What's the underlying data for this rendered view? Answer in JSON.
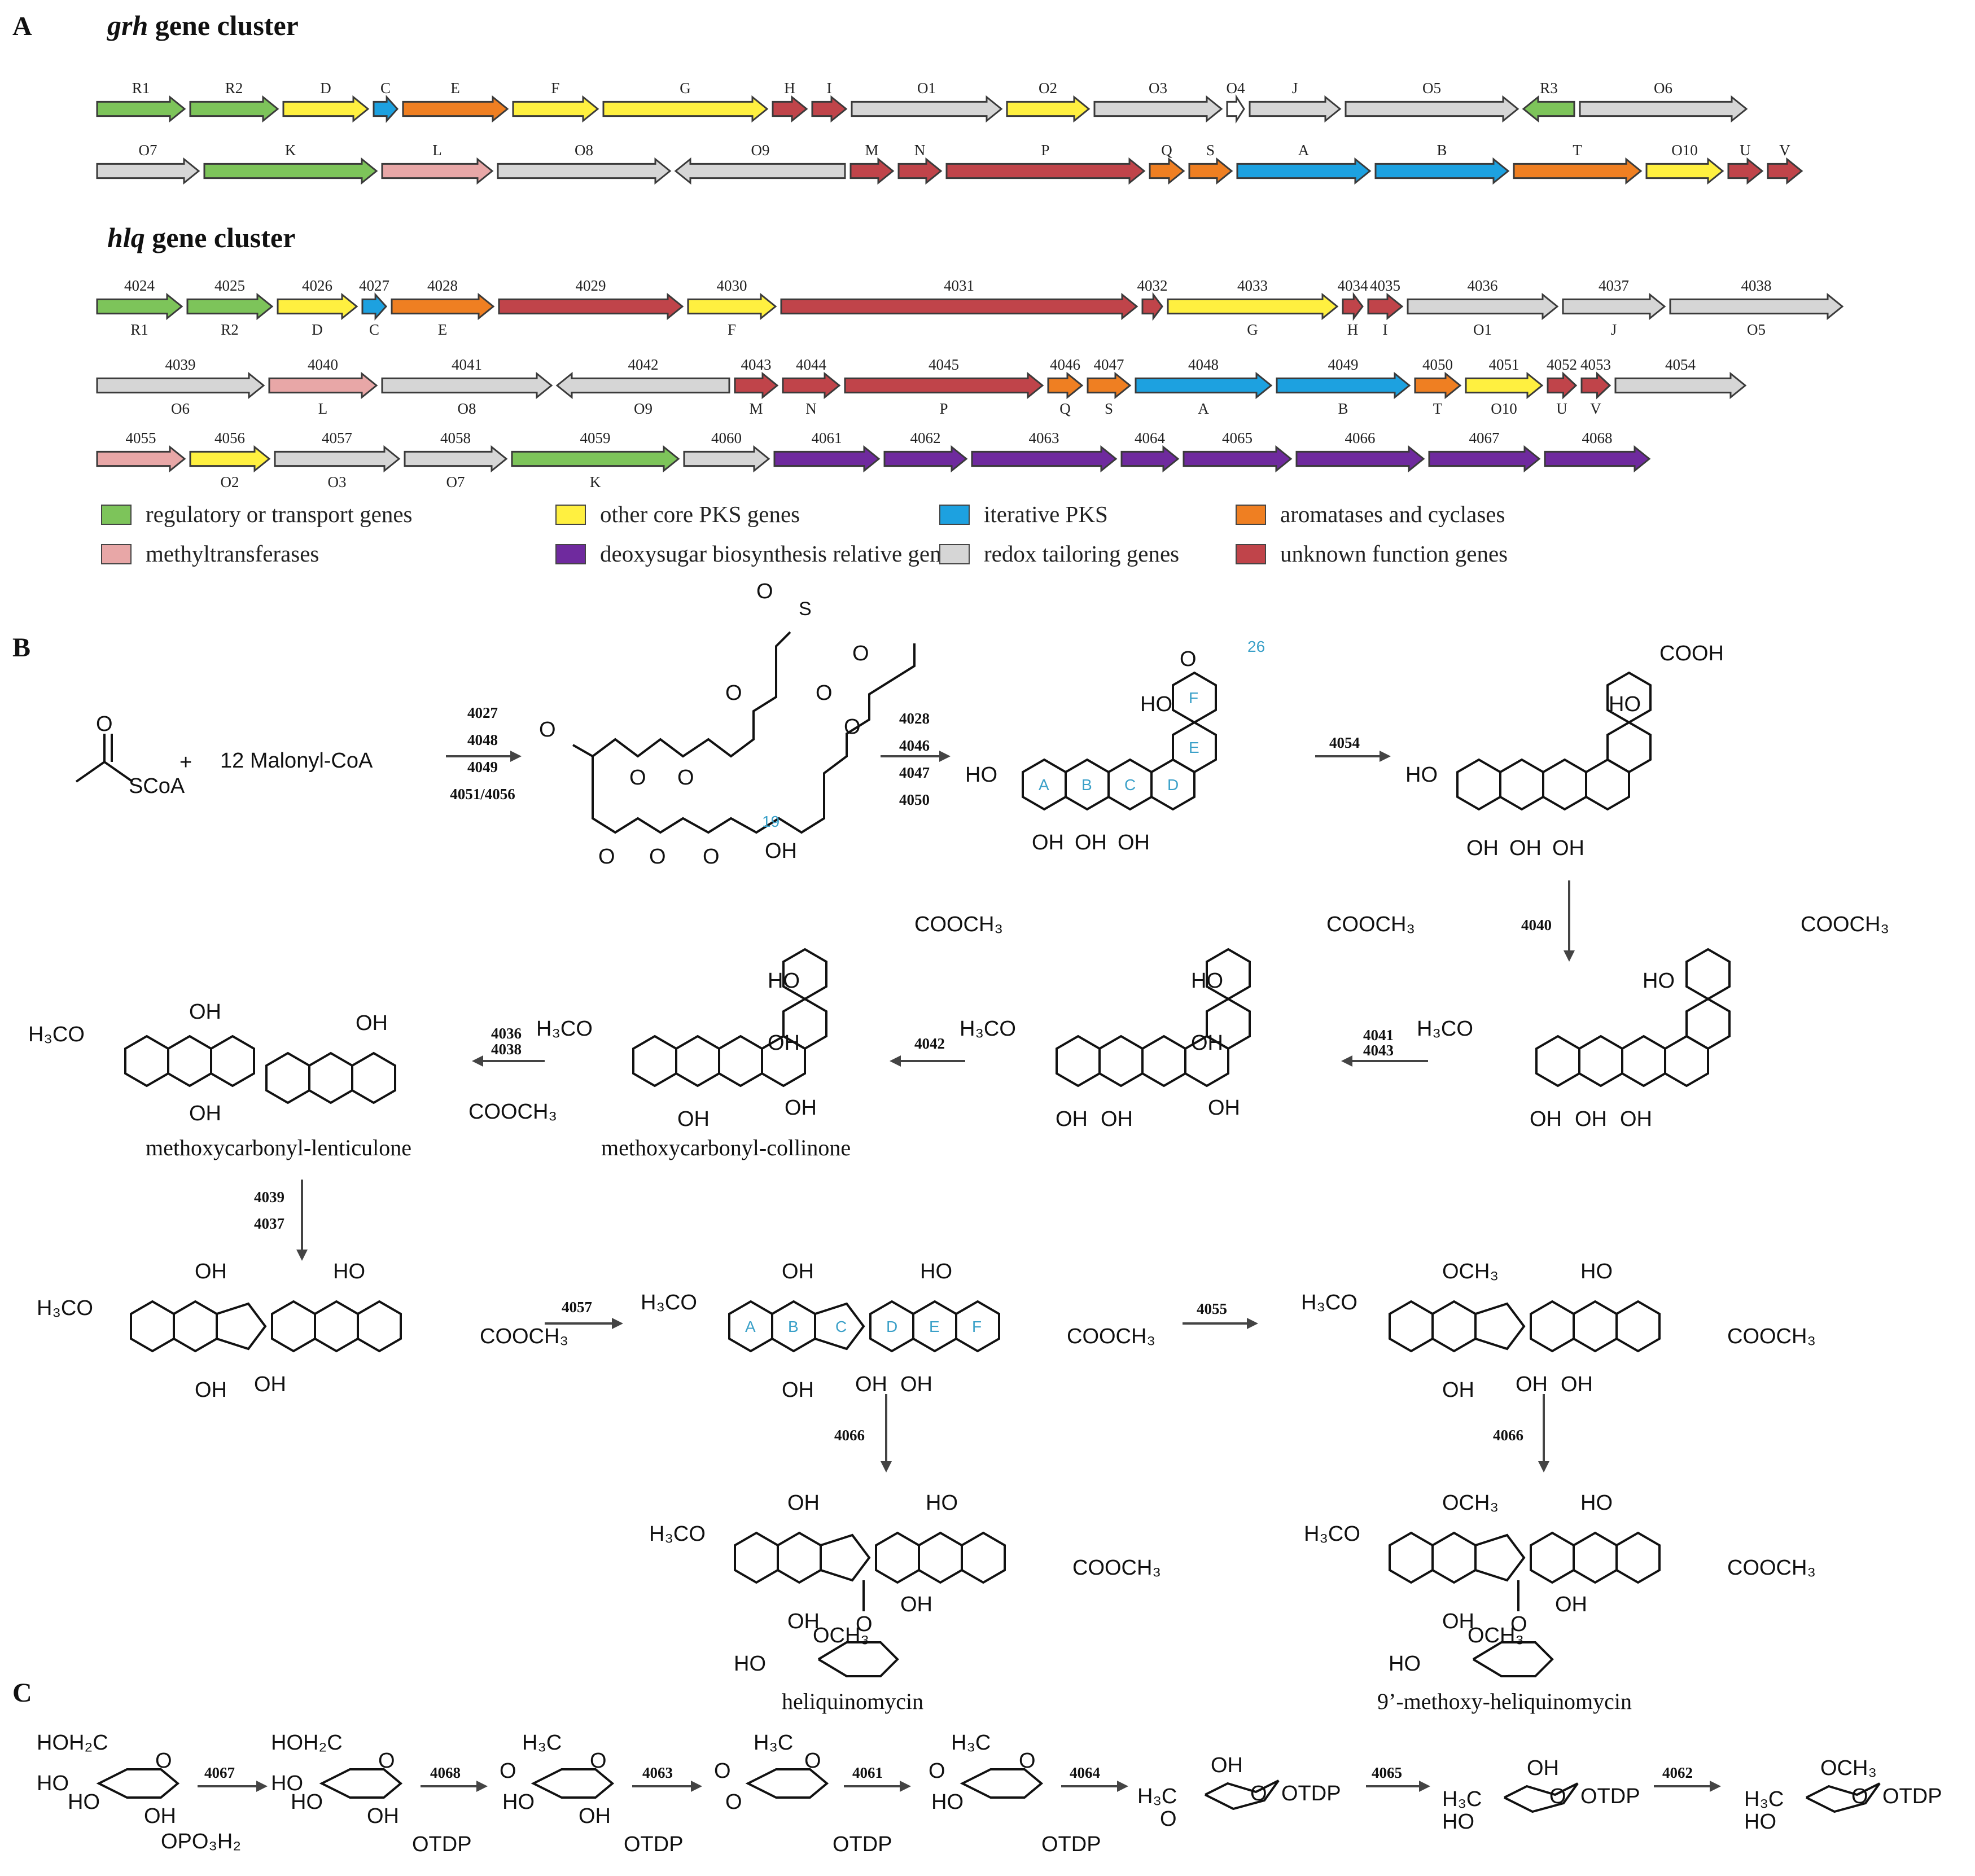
{
  "colors": {
    "regulatory": "#7dc45a",
    "core_pks": "#fff040",
    "iterative_pks": "#1da1e0",
    "cyclase": "#ef7f22",
    "methyltransferase": "#e8a7a7",
    "deoxysugar": "#6f2a9e",
    "redox": "#d6d6d6",
    "unknown": "#c0444a",
    "ring_label": "#3aa0c8"
  },
  "panels": {
    "a": "A",
    "b": "B",
    "c": "C"
  },
  "grh_title": {
    "italic": "grh",
    "rest": " gene cluster"
  },
  "hlq_title": {
    "italic": "hlq",
    "rest": " gene cluster"
  },
  "grh_genes": [
    [
      "R1",
      "regulatory",
      "r"
    ],
    [
      "R2",
      "regulatory",
      "r"
    ],
    [
      "D",
      "core_pks",
      "r"
    ],
    [
      "C",
      "iterative_pks",
      "r"
    ],
    [
      "E",
      "cyclase",
      "r"
    ],
    [
      "F",
      "core_pks",
      "r"
    ],
    [
      "G",
      "core_pks",
      "r"
    ],
    [
      "H",
      "unknown",
      "r"
    ],
    [
      "I",
      "unknown",
      "r"
    ],
    [
      "O1",
      "redox",
      "r"
    ],
    [
      "O2",
      "core_pks",
      "r"
    ],
    [
      "O3",
      "redox",
      "r"
    ],
    [
      "O4",
      "white",
      "r"
    ],
    [
      "J",
      "redox",
      "r"
    ],
    [
      "O5",
      "redox",
      "r"
    ],
    [
      "R3",
      "regulatory",
      "l"
    ],
    [
      "O6",
      "redox",
      "r"
    ],
    [
      "O7",
      "redox",
      "r"
    ],
    [
      "K",
      "regulatory",
      "r"
    ],
    [
      "L",
      "methyltransferase",
      "r"
    ],
    [
      "O8",
      "redox",
      "r"
    ],
    [
      "O9",
      "redox",
      "l"
    ],
    [
      "M",
      "unknown",
      "r"
    ],
    [
      "N",
      "unknown",
      "r"
    ],
    [
      "P",
      "unknown",
      "r"
    ],
    [
      "Q",
      "cyclase",
      "r"
    ],
    [
      "S",
      "cyclase",
      "r"
    ],
    [
      "A",
      "iterative_pks",
      "r"
    ],
    [
      "B",
      "iterative_pks",
      "r"
    ],
    [
      "T",
      "cyclase",
      "r"
    ],
    [
      "O10",
      "core_pks",
      "r"
    ],
    [
      "U",
      "unknown",
      "r"
    ],
    [
      "V",
      "unknown",
      "r"
    ]
  ],
  "hlq_genes": [
    [
      "4024",
      "R1",
      "regulatory",
      "r"
    ],
    [
      "4025",
      "R2",
      "regulatory",
      "r"
    ],
    [
      "4026",
      "D",
      "core_pks",
      "r"
    ],
    [
      "4027",
      "C",
      "iterative_pks",
      "r"
    ],
    [
      "4028",
      "E",
      "cyclase",
      "r"
    ],
    [
      "4029",
      "",
      "unknown",
      "r"
    ],
    [
      "4030",
      "F",
      "core_pks",
      "r"
    ],
    [
      "4031",
      "",
      "unknown",
      "r"
    ],
    [
      "4032",
      "",
      "unknown",
      "r"
    ],
    [
      "4033",
      "G",
      "core_pks",
      "r"
    ],
    [
      "4034",
      "H",
      "unknown",
      "r"
    ],
    [
      "4035",
      "I",
      "unknown",
      "r"
    ],
    [
      "4036",
      "O1",
      "redox",
      "r"
    ],
    [
      "4037",
      "J",
      "redox",
      "r"
    ],
    [
      "4038",
      "O5",
      "redox",
      "r"
    ],
    [
      "4039",
      "O6",
      "redox",
      "r"
    ],
    [
      "4040",
      "L",
      "methyltransferase",
      "r"
    ],
    [
      "4041",
      "O8",
      "redox",
      "r"
    ],
    [
      "4042",
      "O9",
      "redox",
      "l"
    ],
    [
      "4043",
      "M",
      "unknown",
      "r"
    ],
    [
      "4044",
      "N",
      "unknown",
      "r"
    ],
    [
      "4045",
      "P",
      "unknown",
      "r"
    ],
    [
      "4046",
      "Q",
      "cyclase",
      "r"
    ],
    [
      "4047",
      "S",
      "cyclase",
      "r"
    ],
    [
      "4048",
      "A",
      "iterative_pks",
      "r"
    ],
    [
      "4049",
      "B",
      "iterative_pks",
      "r"
    ],
    [
      "4050",
      "T",
      "cyclase",
      "r"
    ],
    [
      "4051",
      "O10",
      "core_pks",
      "r"
    ],
    [
      "4052",
      "U",
      "unknown",
      "r"
    ],
    [
      "4053",
      "V",
      "unknown",
      "r"
    ],
    [
      "4054",
      "",
      "redox",
      "r"
    ],
    [
      "4055",
      "",
      "methyltransferase",
      "r"
    ],
    [
      "4056",
      "O2",
      "core_pks",
      "r"
    ],
    [
      "4057",
      "O3",
      "redox",
      "r"
    ],
    [
      "4058",
      "O7",
      "redox",
      "r"
    ],
    [
      "4059",
      "K",
      "regulatory",
      "r"
    ],
    [
      "4060",
      "",
      "redox",
      "r"
    ],
    [
      "4061",
      "",
      "deoxysugar",
      "r"
    ],
    [
      "4062",
      "",
      "deoxysugar",
      "r"
    ],
    [
      "4063",
      "",
      "deoxysugar",
      "r"
    ],
    [
      "4064",
      "",
      "deoxysugar",
      "r"
    ],
    [
      "4065",
      "",
      "deoxysugar",
      "r"
    ],
    [
      "4066",
      "",
      "deoxysugar",
      "r"
    ],
    [
      "4067",
      "",
      "deoxysugar",
      "r"
    ],
    [
      "4068",
      "",
      "deoxysugar",
      "r"
    ]
  ],
  "legend": [
    [
      "regulatory",
      "regulatory or transport genes"
    ],
    [
      "core_pks",
      "other core PKS genes"
    ],
    [
      "iterative_pks",
      "iterative PKS"
    ],
    [
      "cyclase",
      "aromatases and cyclases"
    ],
    [
      "methyltransferase",
      "methyltransferases"
    ],
    [
      "deoxysugar",
      "deoxysugar biosynthesis relative genes"
    ],
    [
      "redox",
      "redox tailoring genes"
    ],
    [
      "unknown",
      "unknown function genes"
    ]
  ],
  "chem": {
    "scoa": "SCoA",
    "malonyl": "12 Malonyl-CoA",
    "oh": "OH",
    "ho": "HO",
    "o": "O",
    "cooh": "COOH",
    "cooch3": "COOCH",
    "h3co": "H",
    "och3": "OCH",
    "sub3": "3",
    "h3co_full": "H₃CO",
    "cooch3_full": "COOCH₃",
    "och3_full": "OCH₃",
    "otdp": "OTDP",
    "opo3h2": "OPO₃H₂",
    "hoh2c": "HOH₂C",
    "h3c": "H₃C",
    "n19": "19",
    "n26": "26",
    "rings": [
      "A",
      "B",
      "C",
      "D",
      "E",
      "F"
    ]
  },
  "enzymes": {
    "s1": [
      "4027",
      "4048",
      "4049",
      "4051/4056"
    ],
    "s2": [
      "4028",
      "4046",
      "4047",
      "4050"
    ],
    "s3": "4054",
    "s4": "4040",
    "s5": [
      "4041",
      "4043"
    ],
    "s6": "4042",
    "s7": [
      "4036",
      "4038"
    ],
    "s8": [
      "4039",
      "4037"
    ],
    "s9": "4057",
    "s10": "4055",
    "s11": "4066",
    "s12": "4066",
    "c": [
      "4067",
      "4068",
      "4063",
      "4061",
      "4064",
      "4065",
      "4062"
    ]
  },
  "names": {
    "lenticulone": "methoxycarbonyl-lenticulone",
    "collinone": "methoxycarbonyl-collinone",
    "heliquinomycin": "heliquinomycin",
    "methoxy_heli": "9’-methoxy-heliquinomycin"
  }
}
